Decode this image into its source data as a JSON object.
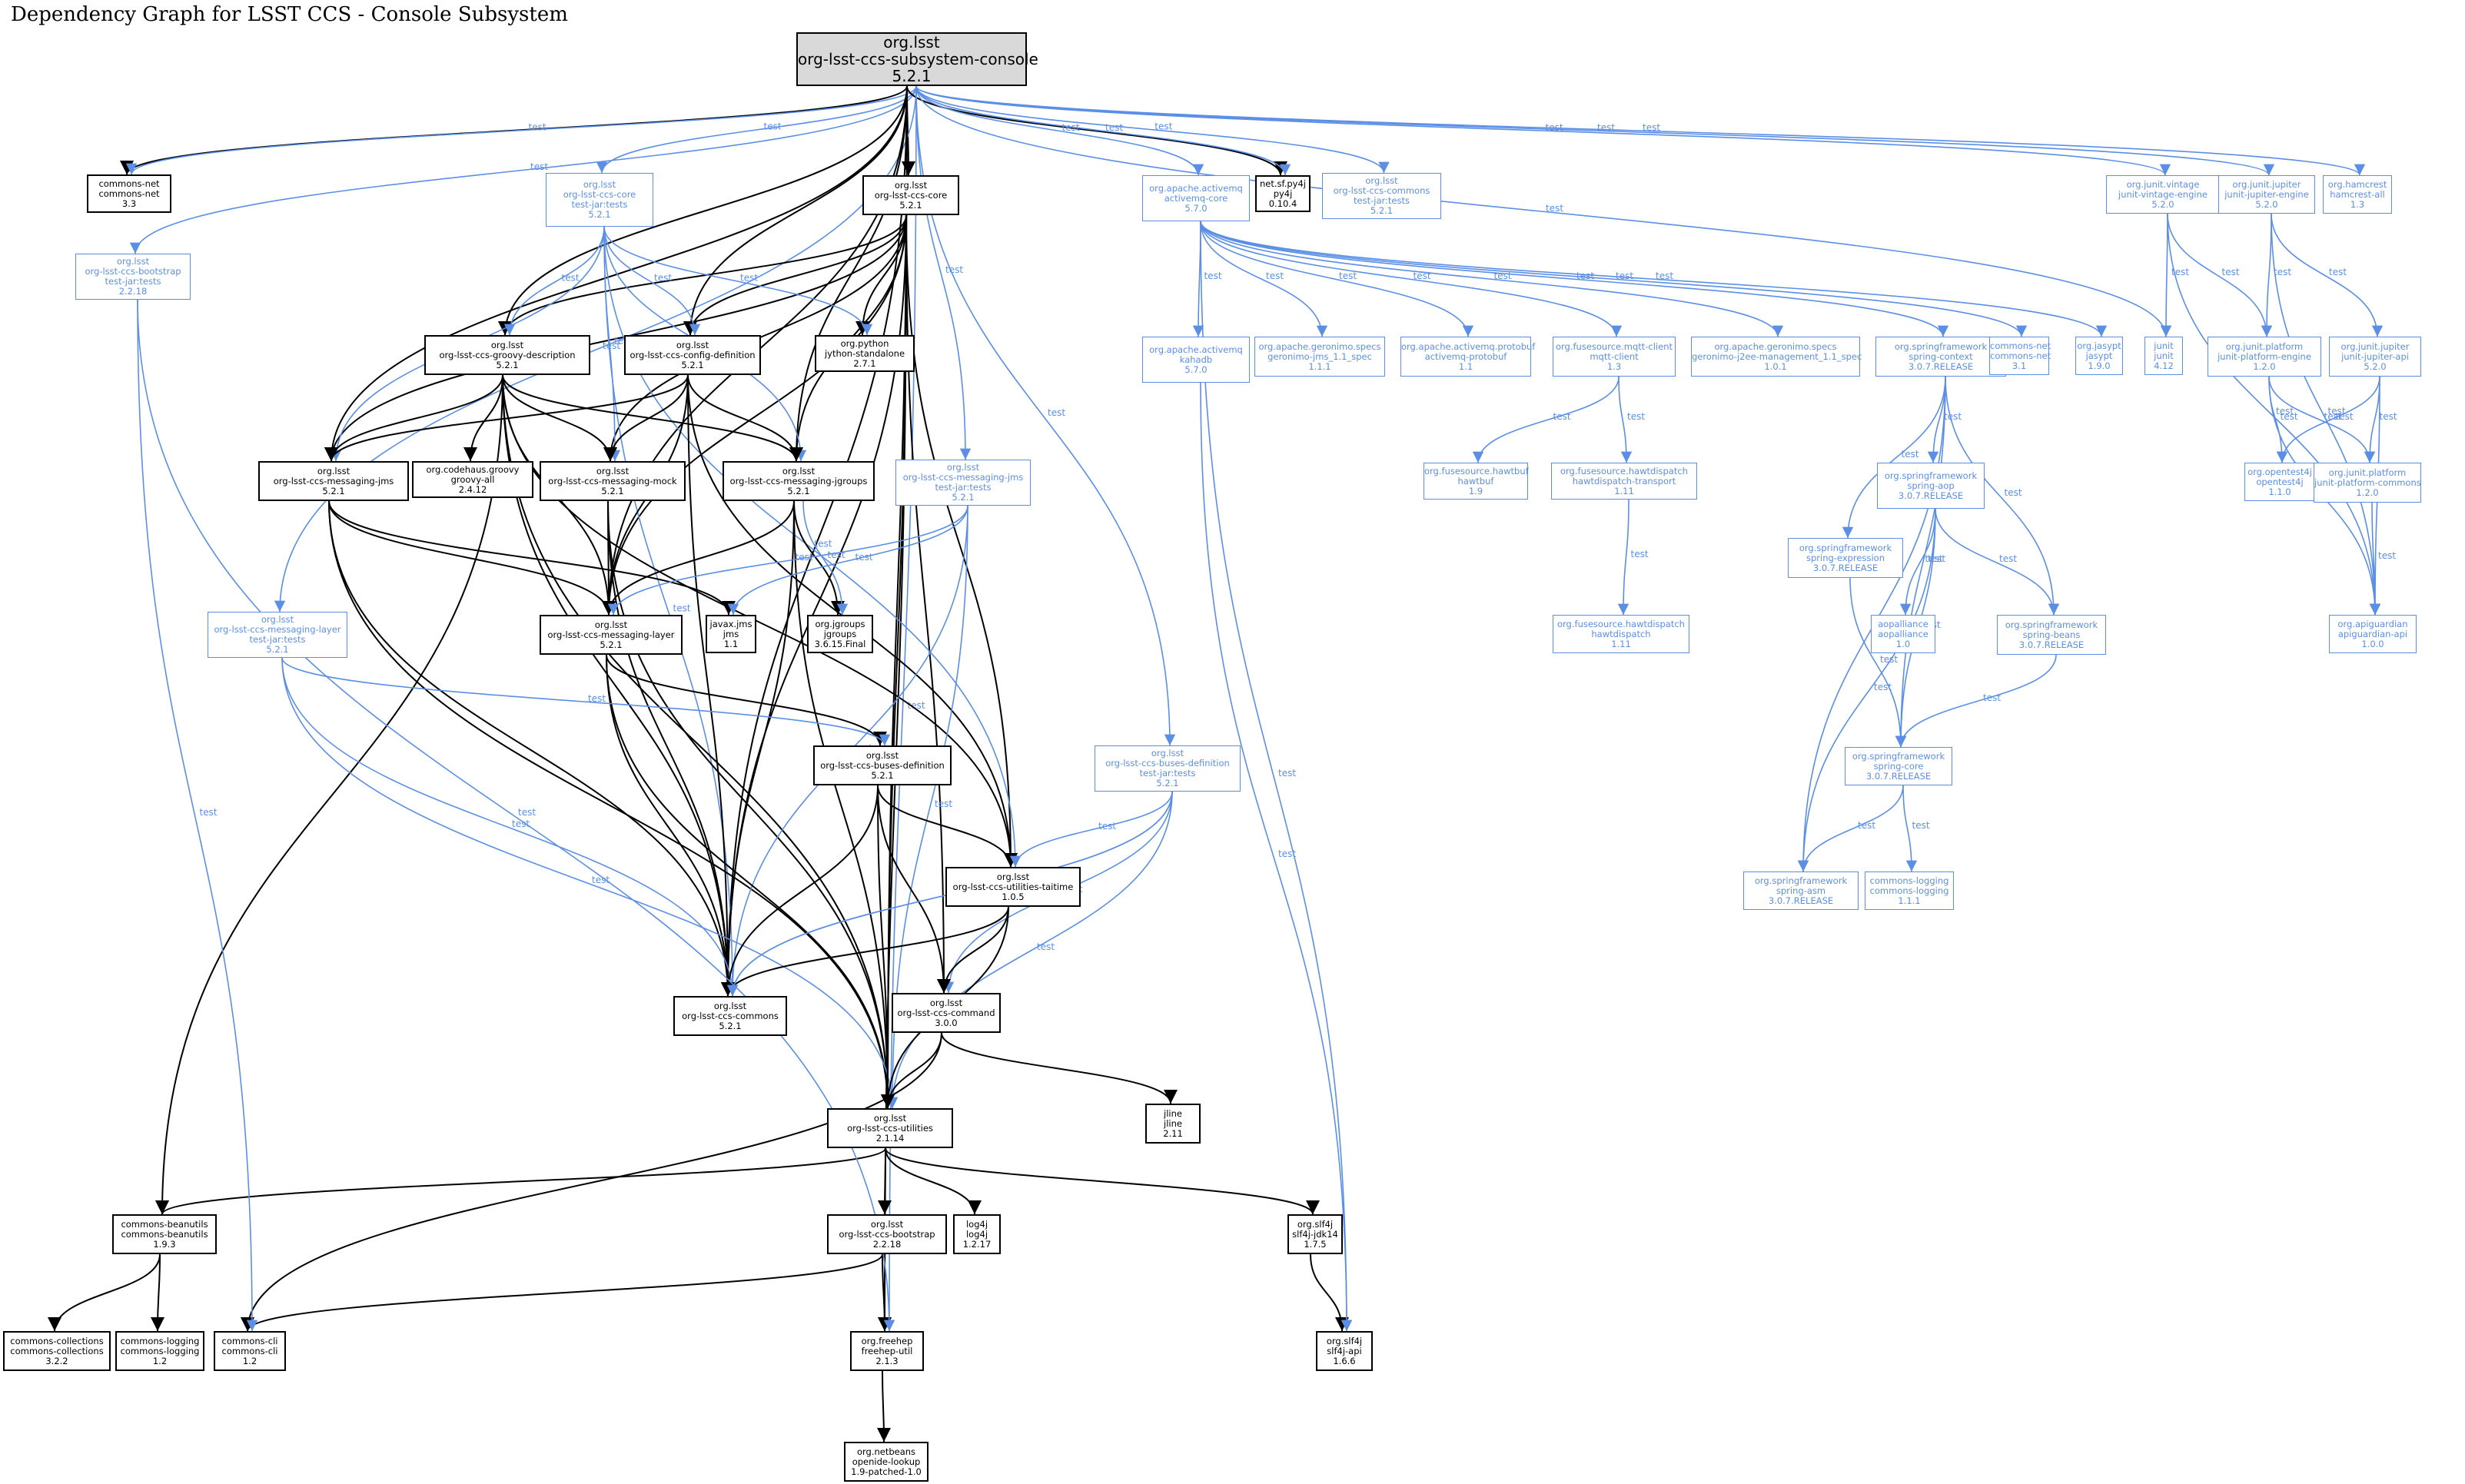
{
  "title": "Dependency Graph for LSST CCS - Console Subsystem",
  "colors": {
    "compile": "#000000",
    "test": "#5b8fe6",
    "root_fill": "#d9d9d9"
  },
  "edge_label": "test",
  "nodes": [
    {
      "id": "root",
      "g": "org.lsst",
      "a": "org-lsst-ccs-subsystem-console",
      "v": "5.2.1",
      "scope": "compile"
    },
    {
      "id": "cnet",
      "g": "commons-net",
      "a": "commons-net",
      "v": "3.3",
      "scope": "compile"
    },
    {
      "id": "bootT",
      "g": "org.lsst",
      "a": "org-lsst-ccs-bootstrap",
      "v": "2.2.18",
      "extra": "test-jar:tests",
      "scope": "test"
    },
    {
      "id": "coreT",
      "g": "org.lsst",
      "a": "org-lsst-ccs-core",
      "v": "5.2.1",
      "extra": "test-jar:tests",
      "scope": "test"
    },
    {
      "id": "core",
      "g": "org.lsst",
      "a": "org-lsst-ccs-core",
      "v": "5.2.1",
      "scope": "compile"
    },
    {
      "id": "py4j",
      "g": "net.sf.py4j",
      "a": "py4j",
      "v": "0.10.4",
      "scope": "compile"
    },
    {
      "id": "commonsT",
      "g": "org.lsst",
      "a": "org-lsst-ccs-commons",
      "v": "5.2.1",
      "extra": "test-jar:tests",
      "scope": "test"
    },
    {
      "id": "amqCore",
      "g": "org.apache.activemq",
      "a": "activemq-core",
      "v": "5.7.0",
      "scope": "test"
    },
    {
      "id": "groovyDesc",
      "g": "org.lsst",
      "a": "org-lsst-ccs-groovy-description",
      "v": "5.2.1",
      "scope": "compile"
    },
    {
      "id": "configDef",
      "g": "org.lsst",
      "a": "org-lsst-ccs-config-definition",
      "v": "5.2.1",
      "scope": "compile"
    },
    {
      "id": "jython",
      "g": "org.python",
      "a": "jython-standalone",
      "v": "2.7.1",
      "scope": "compile"
    },
    {
      "id": "kahadb",
      "g": "org.apache.activemq",
      "a": "kahadb",
      "v": "5.7.0",
      "scope": "test"
    },
    {
      "id": "geroJms",
      "g": "org.apache.geronimo.specs",
      "a": "geronimo-jms_1.1_spec",
      "v": "1.1.1",
      "scope": "test"
    },
    {
      "id": "amqProto",
      "g": "org.apache.activemq.protobuf",
      "a": "activemq-protobuf",
      "v": "1.1",
      "scope": "test"
    },
    {
      "id": "mqtt",
      "g": "org.fusesource.mqtt-client",
      "a": "mqtt-client",
      "v": "1.3",
      "scope": "test"
    },
    {
      "id": "geroJ2ee",
      "g": "org.apache.geronimo.specs",
      "a": "geronimo-j2ee-management_1.1_spec",
      "v": "1.0.1",
      "scope": "test"
    },
    {
      "id": "springCtx",
      "g": "org.springframework",
      "a": "spring-context",
      "v": "3.0.7.RELEASE",
      "scope": "test"
    },
    {
      "id": "cnet31",
      "g": "commons-net",
      "a": "commons-net",
      "v": "3.1",
      "scope": "test"
    },
    {
      "id": "jasypt",
      "g": "org.jasypt",
      "a": "jasypt",
      "v": "1.9.0",
      "scope": "test"
    },
    {
      "id": "junit",
      "g": "junit",
      "a": "junit",
      "v": "4.12",
      "scope": "test"
    },
    {
      "id": "vintage",
      "g": "org.junit.vintage",
      "a": "junit-vintage-engine",
      "v": "5.2.0",
      "scope": "test"
    },
    {
      "id": "jupEng",
      "g": "org.junit.jupiter",
      "a": "junit-jupiter-engine",
      "v": "5.2.0",
      "scope": "test"
    },
    {
      "id": "hamcrest",
      "g": "org.hamcrest",
      "a": "hamcrest-all",
      "v": "1.3",
      "scope": "test"
    },
    {
      "id": "platEng",
      "g": "org.junit.platform",
      "a": "junit-platform-engine",
      "v": "1.2.0",
      "scope": "test"
    },
    {
      "id": "jupApi",
      "g": "org.junit.jupiter",
      "a": "junit-jupiter-api",
      "v": "5.2.0",
      "scope": "test"
    },
    {
      "id": "msgJms",
      "g": "org.lsst",
      "a": "org-lsst-ccs-messaging-jms",
      "v": "5.2.1",
      "scope": "compile"
    },
    {
      "id": "groovyAll",
      "g": "org.codehaus.groovy",
      "a": "groovy-all",
      "v": "2.4.12",
      "scope": "compile"
    },
    {
      "id": "msgMock",
      "g": "org.lsst",
      "a": "org-lsst-ccs-messaging-mock",
      "v": "5.2.1",
      "scope": "compile"
    },
    {
      "id": "msgJgroups",
      "g": "org.lsst",
      "a": "org-lsst-ccs-messaging-jgroups",
      "v": "5.2.1",
      "scope": "compile"
    },
    {
      "id": "msgJmsT",
      "g": "org.lsst",
      "a": "org-lsst-ccs-messaging-jms",
      "v": "5.2.1",
      "extra": "test-jar:tests",
      "scope": "test"
    },
    {
      "id": "hawtbuf",
      "g": "org.fusesource.hawtbuf",
      "a": "hawtbuf",
      "v": "1.9",
      "scope": "test"
    },
    {
      "id": "hawtTrans",
      "g": "org.fusesource.hawtdispatch",
      "a": "hawtdispatch-transport",
      "v": "1.11",
      "scope": "test"
    },
    {
      "id": "springAop",
      "g": "org.springframework",
      "a": "spring-aop",
      "v": "3.0.7.RELEASE",
      "scope": "test"
    },
    {
      "id": "opentest4j",
      "g": "org.opentest4j",
      "a": "opentest4j",
      "v": "1.1.0",
      "scope": "test"
    },
    {
      "id": "platCommons",
      "g": "org.junit.platform",
      "a": "junit-platform-commons",
      "v": "1.2.0",
      "scope": "test"
    },
    {
      "id": "springExpr",
      "g": "org.springframework",
      "a": "spring-expression",
      "v": "3.0.7.RELEASE",
      "scope": "test"
    },
    {
      "id": "msgLayerT",
      "g": "org.lsst",
      "a": "org-lsst-ccs-messaging-layer",
      "v": "5.2.1",
      "extra": "test-jar:tests",
      "scope": "test"
    },
    {
      "id": "msgLayer",
      "g": "org.lsst",
      "a": "org-lsst-ccs-messaging-layer",
      "v": "5.2.1",
      "scope": "compile"
    },
    {
      "id": "javaxJms",
      "g": "javax.jms",
      "a": "jms",
      "v": "1.1",
      "scope": "compile"
    },
    {
      "id": "jgroups",
      "g": "org.jgroups",
      "a": "jgroups",
      "v": "3.6.15.Final",
      "scope": "compile"
    },
    {
      "id": "hawtdispatch",
      "g": "org.fusesource.hawtdispatch",
      "a": "hawtdispatch",
      "v": "1.11",
      "scope": "test"
    },
    {
      "id": "aopalliance",
      "g": "aopalliance",
      "a": "aopalliance",
      "v": "1.0",
      "scope": "test"
    },
    {
      "id": "springBeans",
      "g": "org.springframework",
      "a": "spring-beans",
      "v": "3.0.7.RELEASE",
      "scope": "test"
    },
    {
      "id": "apiguardian",
      "g": "org.apiguardian",
      "a": "apiguardian-api",
      "v": "1.0.0",
      "scope": "test"
    },
    {
      "id": "busesDef",
      "g": "org.lsst",
      "a": "org-lsst-ccs-buses-definition",
      "v": "5.2.1",
      "scope": "compile"
    },
    {
      "id": "busesDefT",
      "g": "org.lsst",
      "a": "org-lsst-ccs-buses-definition",
      "v": "5.2.1",
      "extra": "test-jar:tests",
      "scope": "test"
    },
    {
      "id": "springCore",
      "g": "org.springframework",
      "a": "spring-core",
      "v": "3.0.7.RELEASE",
      "scope": "test"
    },
    {
      "id": "taitime",
      "g": "org.lsst",
      "a": "org-lsst-ccs-utilities-taitime",
      "v": "1.0.5",
      "scope": "compile"
    },
    {
      "id": "springAsm",
      "g": "org.springframework",
      "a": "spring-asm",
      "v": "3.0.7.RELEASE",
      "scope": "test"
    },
    {
      "id": "clog11",
      "g": "commons-logging",
      "a": "commons-logging",
      "v": "1.1.1",
      "scope": "test"
    },
    {
      "id": "commons",
      "g": "org.lsst",
      "a": "org-lsst-ccs-commons",
      "v": "5.2.1",
      "scope": "compile"
    },
    {
      "id": "command",
      "g": "org.lsst",
      "a": "org-lsst-ccs-command",
      "v": "3.0.0",
      "scope": "compile"
    },
    {
      "id": "jline",
      "g": "jline",
      "a": "jline",
      "v": "2.11",
      "scope": "compile"
    },
    {
      "id": "utilities",
      "g": "org.lsst",
      "a": "org-lsst-ccs-utilities",
      "v": "2.1.14",
      "scope": "compile"
    },
    {
      "id": "beanutils",
      "g": "commons-beanutils",
      "a": "commons-beanutils",
      "v": "1.9.3",
      "scope": "compile"
    },
    {
      "id": "bootstrap",
      "g": "org.lsst",
      "a": "org-lsst-ccs-bootstrap",
      "v": "2.2.18",
      "scope": "compile"
    },
    {
      "id": "log4j",
      "g": "log4j",
      "a": "log4j",
      "v": "1.2.17",
      "scope": "compile"
    },
    {
      "id": "slf4jJdk",
      "g": "org.slf4j",
      "a": "slf4j-jdk14",
      "v": "1.7.5",
      "scope": "compile"
    },
    {
      "id": "collections",
      "g": "commons-collections",
      "a": "commons-collections",
      "v": "3.2.2",
      "scope": "compile"
    },
    {
      "id": "clog12",
      "g": "commons-logging",
      "a": "commons-logging",
      "v": "1.2",
      "scope": "compile"
    },
    {
      "id": "cli",
      "g": "commons-cli",
      "a": "commons-cli",
      "v": "1.2",
      "scope": "compile"
    },
    {
      "id": "freehep",
      "g": "org.freehep",
      "a": "freehep-util",
      "v": "2.1.3",
      "scope": "compile"
    },
    {
      "id": "slf4jApi",
      "g": "org.slf4j",
      "a": "slf4j-api",
      "v": "1.6.6",
      "scope": "compile"
    },
    {
      "id": "openide",
      "g": "org.netbeans",
      "a": "openide-lookup",
      "v": "1.9-patched-1.0",
      "scope": "compile"
    }
  ],
  "edges": [
    [
      "root",
      "cnet",
      "compile"
    ],
    [
      "root",
      "cnet",
      "test"
    ],
    [
      "root",
      "bootT",
      "test"
    ],
    [
      "root",
      "coreT",
      "test"
    ],
    [
      "root",
      "core",
      "compile"
    ],
    [
      "root",
      "py4j",
      "compile"
    ],
    [
      "root",
      "py4j",
      "test"
    ],
    [
      "root",
      "commonsT",
      "test"
    ],
    [
      "root",
      "amqCore",
      "test"
    ],
    [
      "root",
      "vintage",
      "test"
    ],
    [
      "root",
      "jupEng",
      "test"
    ],
    [
      "root",
      "hamcrest",
      "test"
    ],
    [
      "root",
      "junit",
      "test"
    ],
    [
      "root",
      "groovyDesc",
      "compile"
    ],
    [
      "root",
      "msgJms",
      "compile"
    ],
    [
      "root",
      "msgJmsT",
      "test"
    ],
    [
      "root",
      "msgLayerT",
      "test"
    ],
    [
      "root",
      "busesDefT",
      "test"
    ],
    [
      "root",
      "msgJgroups",
      "compile"
    ],
    [
      "root",
      "configDef",
      "compile"
    ],
    [
      "root",
      "commons",
      "compile"
    ],
    [
      "root",
      "utilities",
      "compile"
    ],
    [
      "root",
      "msgLayer",
      "compile"
    ],
    [
      "root",
      "freehep",
      "test"
    ],
    [
      "core",
      "groovyDesc",
      "compile"
    ],
    [
      "core",
      "configDef",
      "compile"
    ],
    [
      "core",
      "jython",
      "compile"
    ],
    [
      "core",
      "msgJms",
      "compile"
    ],
    [
      "core",
      "msgMock",
      "compile"
    ],
    [
      "core",
      "msgJgroups",
      "compile"
    ],
    [
      "core",
      "msgLayer",
      "compile"
    ],
    [
      "core",
      "taitime",
      "compile"
    ],
    [
      "core",
      "command",
      "compile"
    ],
    [
      "core",
      "commons",
      "compile"
    ],
    [
      "core",
      "utilities",
      "compile"
    ],
    [
      "core",
      "freehep",
      "compile"
    ],
    [
      "coreT",
      "groovyDesc",
      "test"
    ],
    [
      "coreT",
      "configDef",
      "test"
    ],
    [
      "coreT",
      "jython",
      "test"
    ],
    [
      "coreT",
      "msgJms",
      "test"
    ],
    [
      "coreT",
      "msgMock",
      "test"
    ],
    [
      "coreT",
      "msgJgroups",
      "test"
    ],
    [
      "coreT",
      "taitime",
      "test"
    ],
    [
      "coreT",
      "commons",
      "test"
    ],
    [
      "groovyDesc",
      "groovyAll",
      "compile"
    ],
    [
      "groovyDesc",
      "msgJms",
      "compile"
    ],
    [
      "groovyDesc",
      "msgMock",
      "compile"
    ],
    [
      "groovyDesc",
      "msgJgroups",
      "compile"
    ],
    [
      "groovyDesc",
      "msgLayer",
      "compile"
    ],
    [
      "groovyDesc",
      "commons",
      "compile"
    ],
    [
      "groovyDesc",
      "beanutils",
      "compile"
    ],
    [
      "groovyDesc",
      "taitime",
      "compile"
    ],
    [
      "groovyDesc",
      "utilities",
      "compile"
    ],
    [
      "configDef",
      "msgJms",
      "compile"
    ],
    [
      "configDef",
      "msgMock",
      "compile"
    ],
    [
      "configDef",
      "msgJgroups",
      "compile"
    ],
    [
      "configDef",
      "msgLayer",
      "compile"
    ],
    [
      "configDef",
      "commons",
      "compile"
    ],
    [
      "configDef",
      "taitime",
      "compile"
    ],
    [
      "msgJms",
      "javaxJms",
      "compile"
    ],
    [
      "msgJms",
      "msgLayer",
      "compile"
    ],
    [
      "msgJms",
      "commons",
      "compile"
    ],
    [
      "msgJms",
      "utilities",
      "compile"
    ],
    [
      "msgMock",
      "msgLayer",
      "compile"
    ],
    [
      "msgMock",
      "commons",
      "compile"
    ],
    [
      "msgMock",
      "utilities",
      "compile"
    ],
    [
      "msgJgroups",
      "jgroups",
      "compile"
    ],
    [
      "msgJgroups",
      "jgroups",
      "test"
    ],
    [
      "msgJgroups",
      "msgLayer",
      "compile"
    ],
    [
      "msgJgroups",
      "commons",
      "compile"
    ],
    [
      "msgJgroups",
      "utilities",
      "compile"
    ],
    [
      "msgJmsT",
      "javaxJms",
      "test"
    ],
    [
      "msgJmsT",
      "msgLayer",
      "test"
    ],
    [
      "msgJmsT",
      "commons",
      "test"
    ],
    [
      "msgJmsT",
      "utilities",
      "test"
    ],
    [
      "msgLayer",
      "busesDef",
      "compile"
    ],
    [
      "msgLayer",
      "commons",
      "compile"
    ],
    [
      "msgLayer",
      "utilities",
      "compile"
    ],
    [
      "msgLayerT",
      "busesDef",
      "test"
    ],
    [
      "msgLayerT",
      "commons",
      "test"
    ],
    [
      "msgLayerT",
      "utilities",
      "test"
    ],
    [
      "busesDef",
      "taitime",
      "compile"
    ],
    [
      "busesDef",
      "command",
      "compile"
    ],
    [
      "busesDef",
      "commons",
      "compile"
    ],
    [
      "busesDef",
      "utilities",
      "compile"
    ],
    [
      "busesDefT",
      "taitime",
      "test"
    ],
    [
      "busesDefT",
      "command",
      "test"
    ],
    [
      "busesDefT",
      "commons",
      "test"
    ],
    [
      "busesDefT",
      "utilities",
      "test"
    ],
    [
      "taitime",
      "command",
      "compile"
    ],
    [
      "taitime",
      "commons",
      "compile"
    ],
    [
      "taitime",
      "utilities",
      "compile"
    ],
    [
      "command",
      "utilities",
      "compile"
    ],
    [
      "command",
      "jline",
      "compile"
    ],
    [
      "command",
      "cli",
      "compile"
    ],
    [
      "utilities",
      "beanutils",
      "compile"
    ],
    [
      "utilities",
      "bootstrap",
      "compile"
    ],
    [
      "utilities",
      "log4j",
      "compile"
    ],
    [
      "utilities",
      "slf4jJdk",
      "compile"
    ],
    [
      "beanutils",
      "collections",
      "compile"
    ],
    [
      "beanutils",
      "clog12",
      "compile"
    ],
    [
      "bootstrap",
      "cli",
      "compile"
    ],
    [
      "bootstrap",
      "freehep",
      "compile"
    ],
    [
      "bootT",
      "cli",
      "test"
    ],
    [
      "bootT",
      "freehep",
      "test"
    ],
    [
      "slf4jJdk",
      "slf4jApi",
      "compile"
    ],
    [
      "freehep",
      "openide",
      "compile"
    ],
    [
      "amqCore",
      "kahadb",
      "test"
    ],
    [
      "amqCore",
      "geroJms",
      "test"
    ],
    [
      "amqCore",
      "amqProto",
      "test"
    ],
    [
      "amqCore",
      "mqtt",
      "test"
    ],
    [
      "amqCore",
      "geroJ2ee",
      "test"
    ],
    [
      "amqCore",
      "springCtx",
      "test"
    ],
    [
      "amqCore",
      "cnet31",
      "test"
    ],
    [
      "amqCore",
      "jasypt",
      "test"
    ],
    [
      "amqCore",
      "slf4jApi",
      "test"
    ],
    [
      "kahadb",
      "slf4jApi",
      "test"
    ],
    [
      "mqtt",
      "hawtbuf",
      "test"
    ],
    [
      "mqtt",
      "hawtTrans",
      "test"
    ],
    [
      "hawtTrans",
      "hawtdispatch",
      "test"
    ],
    [
      "springCtx",
      "springAop",
      "test"
    ],
    [
      "springCtx",
      "springBeans",
      "test"
    ],
    [
      "springCtx",
      "springCore",
      "test"
    ],
    [
      "springCtx",
      "springExpr",
      "test"
    ],
    [
      "springCtx",
      "springAsm",
      "test"
    ],
    [
      "springAop",
      "aopalliance",
      "test"
    ],
    [
      "springAop",
      "springBeans",
      "test"
    ],
    [
      "springAop",
      "springCore",
      "test"
    ],
    [
      "springAop",
      "springAsm",
      "test"
    ],
    [
      "springExpr",
      "springCore",
      "test"
    ],
    [
      "springBeans",
      "springCore",
      "test"
    ],
    [
      "springCore",
      "springAsm",
      "test"
    ],
    [
      "springCore",
      "clog11",
      "test"
    ],
    [
      "vintage",
      "platEng",
      "test"
    ],
    [
      "vintage",
      "junit",
      "test"
    ],
    [
      "vintage",
      "apiguardian",
      "test"
    ],
    [
      "jupEng",
      "platEng",
      "test"
    ],
    [
      "jupEng",
      "jupApi",
      "test"
    ],
    [
      "jupEng",
      "apiguardian",
      "test"
    ],
    [
      "platEng",
      "opentest4j",
      "test"
    ],
    [
      "platEng",
      "platCommons",
      "test"
    ],
    [
      "platEng",
      "apiguardian",
      "test"
    ],
    [
      "jupApi",
      "opentest4j",
      "test"
    ],
    [
      "jupApi",
      "platCommons",
      "test"
    ],
    [
      "jupApi",
      "apiguardian",
      "test"
    ],
    [
      "platCommons",
      "apiguardian",
      "test"
    ],
    [
      "busesDefT",
      "commons",
      "test"
    ]
  ]
}
